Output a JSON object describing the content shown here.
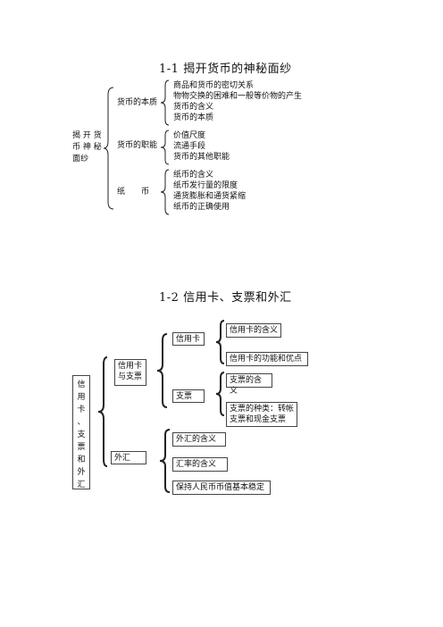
{
  "section1": {
    "title": "1-1 揭开货币的神秘面纱",
    "root": [
      "揭 开 货",
      "币 神 秘",
      "面纱"
    ],
    "groups": [
      {
        "label": "货币的本质",
        "items": [
          "商品和货币的密切关系",
          "物物交换的困难和一般等价物的产生",
          "货币的含义",
          "货币的本质"
        ]
      },
      {
        "label": "货币的职能",
        "items": [
          "价值尺度",
          "流通手段",
          "货币的其他职能"
        ]
      },
      {
        "label": "纸　　币",
        "items": [
          "纸币的含义",
          "纸币发行量的限度",
          "通货膨胀和通货紧缩",
          "纸币的正确使用"
        ]
      }
    ]
  },
  "section2": {
    "title": "1-2 信用卡、支票和外汇",
    "root": [
      "信",
      "用",
      "卡",
      "、",
      "支",
      "票",
      "和",
      "外",
      "汇"
    ],
    "group1": {
      "label": [
        "信用卡",
        "与支票"
      ]
    },
    "credit_card": {
      "label": "信用卡",
      "items": [
        "信用卡的含义",
        "信用卡的功能和优点"
      ]
    },
    "check": {
      "label": "支票",
      "items": [
        "支票的含义",
        [
          "支票的种类：转帐",
          "支票和现金支票"
        ]
      ]
    },
    "forex": {
      "label": "外汇",
      "items": [
        "外汇的含义",
        "汇率的含义",
        "保持人民币币值基本稳定"
      ]
    }
  }
}
